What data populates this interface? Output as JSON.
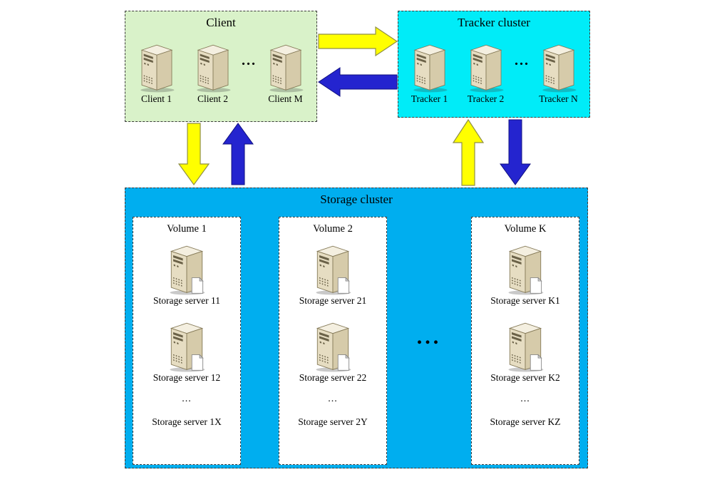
{
  "diagram": {
    "client": {
      "title": "Client",
      "servers": [
        "Client 1",
        "Client 2",
        "Client M"
      ],
      "ellipsis": "..."
    },
    "tracker": {
      "title": "Tracker cluster",
      "servers": [
        "Tracker 1",
        "Tracker 2",
        "Tracker N"
      ],
      "ellipsis": "..."
    },
    "storage": {
      "title": "Storage cluster",
      "ellipsis": "...",
      "volumes": [
        {
          "title": "Volume 1",
          "servers": [
            "Storage server 11",
            "Storage server 12"
          ],
          "ellipsis": "...",
          "last_server": "Storage server 1X"
        },
        {
          "title": "Volume 2",
          "servers": [
            "Storage server 21",
            "Storage server 22"
          ],
          "ellipsis": "...",
          "last_server": "Storage server 2Y"
        },
        {
          "title": "Volume K",
          "servers": [
            "Storage server K1",
            "Storage server K2"
          ],
          "ellipsis": "...",
          "last_server": "Storage server KZ"
        }
      ]
    },
    "icons": {
      "server": "server-tower-icon",
      "storage_server": "storage-server-doc-icon"
    },
    "colors": {
      "client_bg": "#d9f2c9",
      "tracker_bg": "#00ecf8",
      "storage_bg": "#00aeef",
      "volume_bg": "#ffffff",
      "arrow_yellow": "#ffff00",
      "arrow_blue": "#2424cf"
    }
  }
}
